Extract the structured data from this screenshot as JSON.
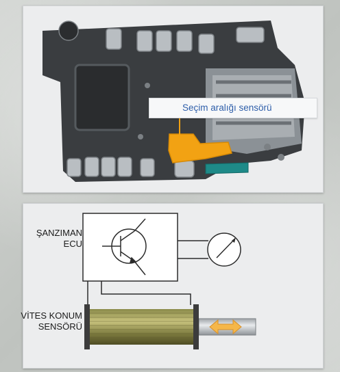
{
  "callout": {
    "text": "Seçim aralığı sensörü"
  },
  "labels": {
    "ecu_line1": "ŞANZIMAN",
    "ecu_line2": "ECU",
    "sensor_line1": "VİTES KONUM",
    "sensor_line2": "SENSÖRÜ"
  },
  "colors": {
    "sensor_highlight": "#f2a213",
    "teal_part": "#1e8a88",
    "callout_text": "#2f5faa",
    "arrow": "#f5b74a"
  }
}
